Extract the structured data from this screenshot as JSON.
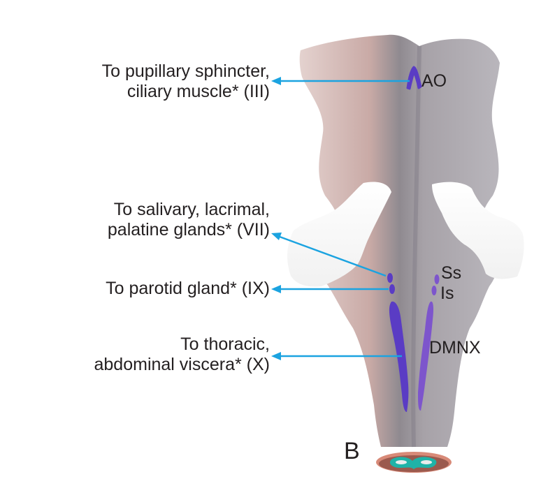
{
  "figure": {
    "panel_label": "B",
    "colors": {
      "arrow": "#1ba3e0",
      "text": "#231f20",
      "nucleus_dark": "#5a3cc4",
      "nucleus_light": "#7d55cc",
      "brainstem_pink": "#d6c2c2",
      "brainstem_gray": "#9ea2aa",
      "cerebellar_cut": "#ffffff",
      "cord_section": "#9b5a4e",
      "grey_matter": "#1fb3a8"
    },
    "annotations": [
      {
        "id": "III",
        "lines": [
          "To pupillary sphincter,",
          "ciliary muscle* (III)"
        ]
      },
      {
        "id": "VII",
        "lines": [
          "To salivary, lacrimal,",
          "palatine glands* (VII)"
        ]
      },
      {
        "id": "IX",
        "lines": [
          "To parotid gland* (IX)"
        ]
      },
      {
        "id": "X",
        "lines": [
          "To thoracic,",
          "abdominal viscera* (X)"
        ]
      }
    ],
    "nuclei": [
      {
        "id": "AO",
        "label": "AO"
      },
      {
        "id": "Ss",
        "label": "Ss"
      },
      {
        "id": "Is",
        "label": "Is"
      },
      {
        "id": "DMNX",
        "label": "DMNX"
      }
    ]
  }
}
